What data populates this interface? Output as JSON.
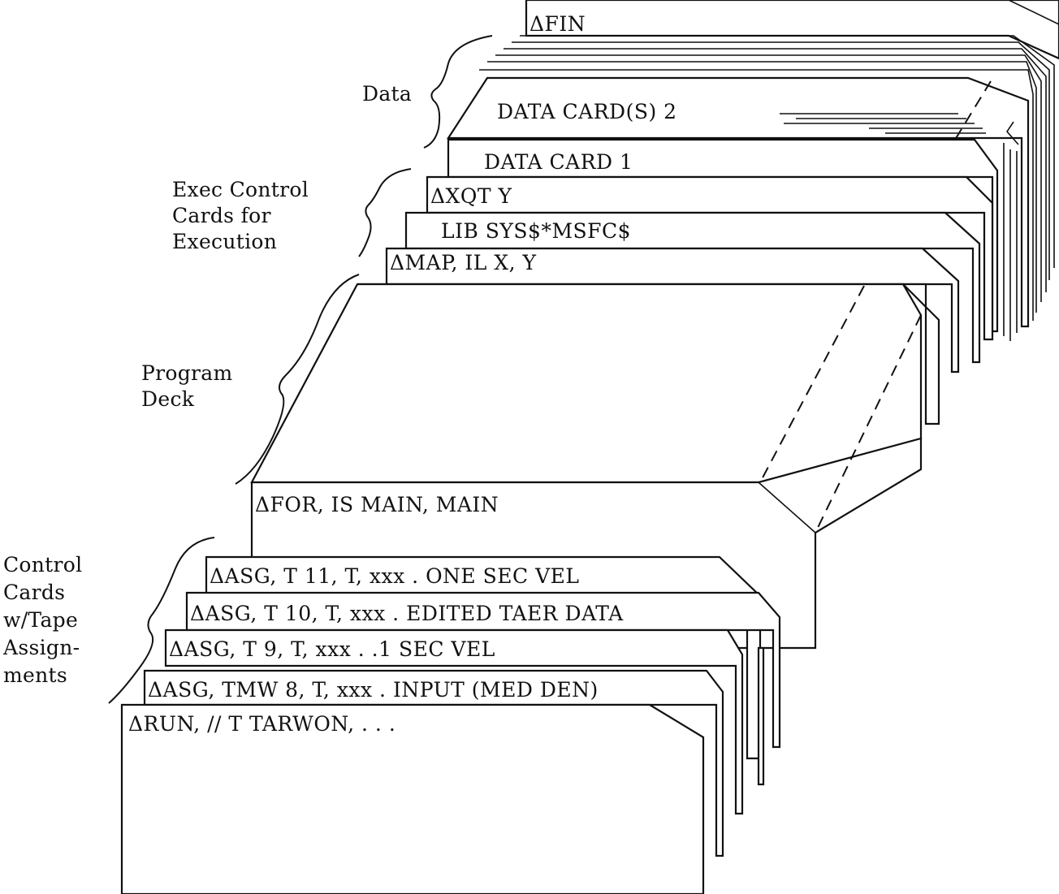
{
  "groups": {
    "data": "Data",
    "exec_control": [
      "Exec Control",
      "Cards for",
      "Execution"
    ],
    "program_deck": [
      "Program",
      "Deck"
    ],
    "control_cards": [
      "Control",
      "Cards",
      "w/Tape",
      "Assign-",
      "ments"
    ]
  },
  "cards": {
    "fin": "ΔFIN",
    "data_card_2": "DATA CARD(S) 2",
    "data_card_1": "DATA CARD 1",
    "xqt": "ΔXQT  Y",
    "lib": "LIB  SYS$*MSFC$",
    "map": "ΔMAP, IL   X, Y",
    "for": "ΔFOR, IS   MAIN, MAIN",
    "asg_11": "ΔASG, T   11, T, xxx . ONE SEC VEL",
    "asg_10": "ΔASG, T   10, T, xxx . EDITED TAER DATA",
    "asg_9": "ΔASG, T  9, T, xxx . .1 SEC VEL",
    "asg_8": "ΔASG, TMW 8, T, xxx . INPUT (MED DEN)",
    "run": "ΔRUN, // T   TARWON, . . ."
  }
}
